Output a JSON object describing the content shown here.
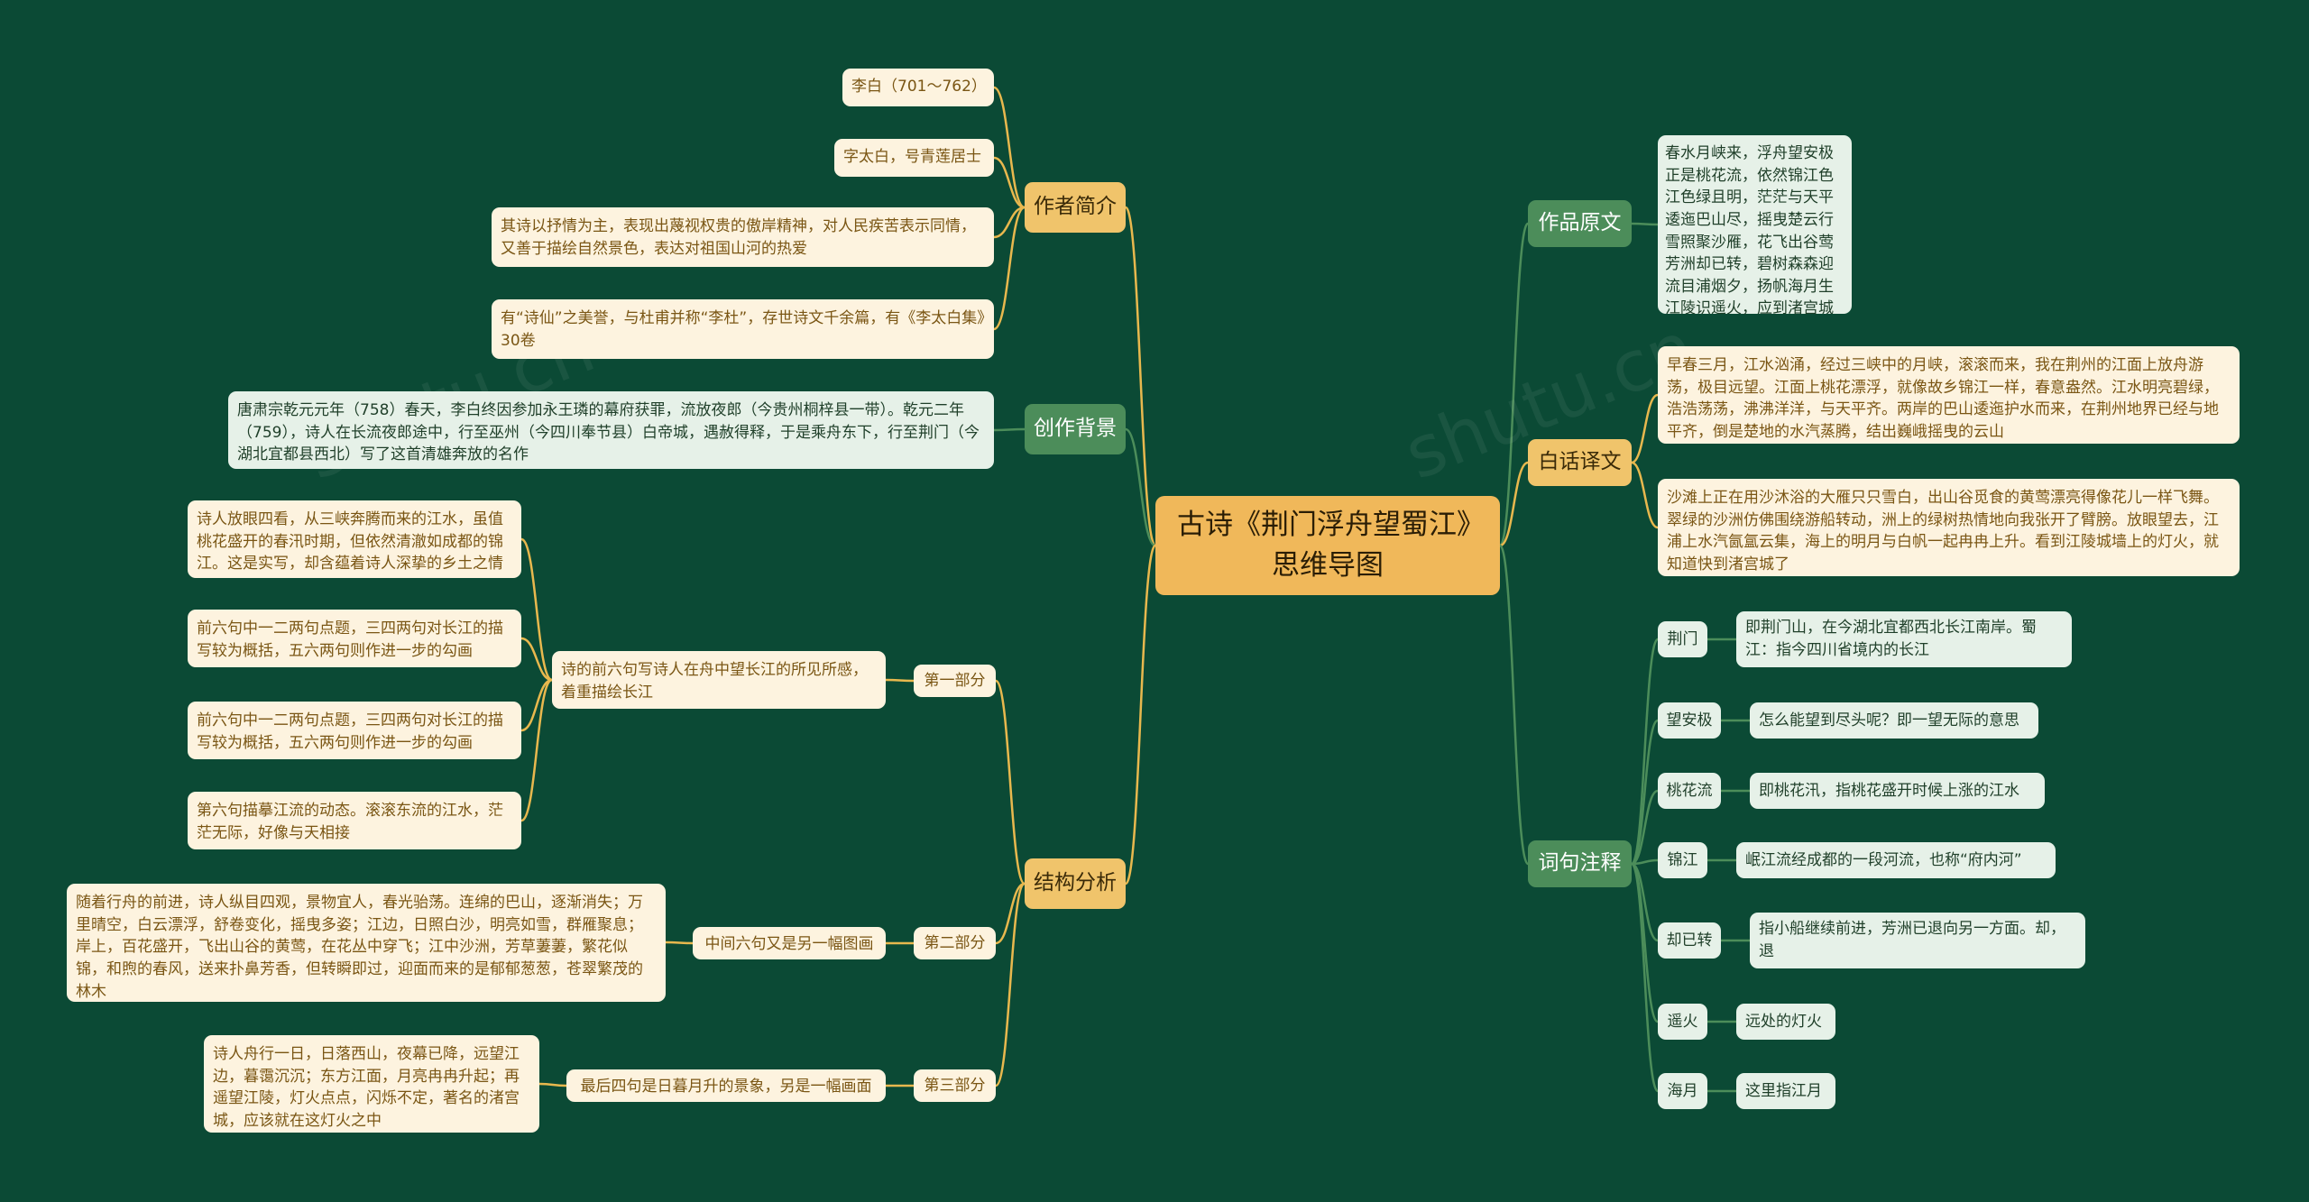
{
  "root": {
    "title": "古诗《荆门浮舟望蜀江》",
    "subtitle": "思维导图"
  },
  "watermark": "shutu.cn",
  "colors": {
    "background": "#0b4a35",
    "root": "#f0b85a",
    "gold_branch": "#f0c46b",
    "green_branch": "#4c8d5a",
    "cream_leaf": "#fdf3df",
    "mint_leaf": "#e6f1e8"
  },
  "author": {
    "label": "作者简介",
    "items": [
      "李白（701～762）",
      "字太白，号青莲居士",
      "其诗以抒情为主，表现出蔑视权贵的傲岸精神，对人民疾苦表示同情，又善于描绘自然景色，表达对祖国山河的热爱",
      "有“诗仙”之美誉，与杜甫并称“李杜”，存世诗文千余篇，有《李太白集》30卷"
    ]
  },
  "background": {
    "label": "创作背景",
    "text": "唐肃宗乾元元年（758）春天，李白终因参加永王璘的幕府获罪，流放夜郎（今贵州桐梓县一带）。乾元二年（759），诗人在长流夜郎途中，行至巫州（今四川奉节县）白帝城，遇赦得释，于是乘舟东下，行至荆门（今湖北宜都县西北）写了这首清雄奔放的名作"
  },
  "structure": {
    "label": "结构分析",
    "parts": [
      {
        "label": "第一部分",
        "summary": "诗的前六句写诗人在舟中望长江的所见所感，着重描绘长江",
        "details": [
          "诗人放眼四看，从三峡奔腾而来的江水，虽值桃花盛开的春汛时期，但依然清澈如成都的锦江。这是实写，却含蕴着诗人深挚的乡土之情",
          "前六句中一二两句点题，三四两句对长江的描写较为概括，五六两句则作进一步的勾画",
          "前六句中一二两句点题，三四两句对长江的描写较为概括，五六两句则作进一步的勾画",
          "第六句描摹江流的动态。滚滚东流的江水，茫茫无际，好像与天相接"
        ]
      },
      {
        "label": "第二部分",
        "summary": "中间六句又是另一幅图画",
        "details": [
          "随着行舟的前进，诗人纵目四观，景物宜人，春光骀荡。连绵的巴山，逐渐消失；万里晴空，白云漂浮，舒卷变化，摇曳多姿；江边，日照白沙，明亮如雪，群雁聚息；岸上，百花盛开，飞出山谷的黄莺，在花丛中穿飞；江中沙洲，芳草萋萋，繁花似锦，和煦的春风，送来扑鼻芳香，但转瞬即过，迎面而来的是郁郁葱葱，苍翠繁茂的林木"
        ]
      },
      {
        "label": "第三部分",
        "summary": "最后四句是日暮月升的景象，另是一幅画面",
        "details": [
          "诗人舟行一日，日落西山，夜幕已降，远望江边，暮霭沉沉；东方江面，月亮冉冉升起；再遥望江陵，灯火点点，闪烁不定，著名的渚宫城，应该就在这灯火之中"
        ]
      }
    ]
  },
  "original": {
    "label": "作品原文",
    "text": "春水月峡来，浮舟望安极正是桃花流，依然锦江色江色绿且明，茫茫与天平逶迤巴山尽，摇曳楚云行雪照聚沙雁，花飞出谷莺芳洲却已转，碧树森森迎流目浦烟夕，扬帆海月生江陵识遥火，应到渚宫城"
  },
  "translation": {
    "label": "白话译文",
    "items": [
      "早春三月，江水汹涌，经过三峡中的月峡，滚滚而来，我在荆州的江面上放舟游荡，极目远望。江面上桃花漂浮，就像故乡锦江一样，春意盎然。江水明亮碧绿，浩浩荡荡，沸沸洋洋，与天平齐。两岸的巴山逶迤护水而来，在荆州地界已经与地平齐，倒是楚地的水汽蒸腾，结出巍峨摇曳的云山",
      "沙滩上正在用沙沐浴的大雁只只雪白，出山谷觅食的黄莺漂亮得像花儿一样飞舞。翠绿的沙洲仿佛围绕游船转动，洲上的绿树热情地向我张开了臂膀。放眼望去，江浦上水汽氤氲云集，海上的明月与白帆一起冉冉上升。看到江陵城墙上的灯火，就知道快到渚宫城了"
    ]
  },
  "notes": {
    "label": "词句注释",
    "items": [
      {
        "term": "荆门",
        "def": "即荆门山，在今湖北宜都西北长江南岸。蜀江：指今四川省境内的长江"
      },
      {
        "term": "望安极",
        "def": "怎么能望到尽头呢？即一望无际的意思"
      },
      {
        "term": "桃花流",
        "def": "即桃花汛，指桃花盛开时候上涨的江水"
      },
      {
        "term": "锦江",
        "def": "岷江流经成都的一段河流，也称“府内河”"
      },
      {
        "term": "却已转",
        "def": "指小船继续前进，芳洲已退向另一方面。却，退"
      },
      {
        "term": "遥火",
        "def": "远处的灯火"
      },
      {
        "term": "海月",
        "def": "这里指江月"
      }
    ]
  }
}
